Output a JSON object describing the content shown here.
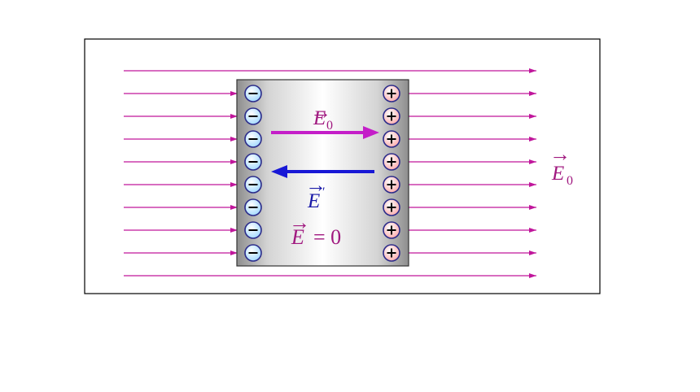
{
  "colors": {
    "field_line": "#c0169b",
    "inner_arrow_e0": "#c41ec8",
    "inner_arrow_eprime": "#1818d6",
    "label_magenta": "#a0187f",
    "label_blue": "#1a1aa8",
    "frame": "#000000",
    "negative_charge_fill": "#b9e3ff",
    "positive_charge_fill": "#ffc2c2",
    "charge_stroke": "#2b2b8a"
  },
  "labels": {
    "e0_inner": {
      "symbol": "E",
      "subscript": "0"
    },
    "e_prime": {
      "symbol": "E",
      "superscript": "′"
    },
    "e_zero": {
      "symbol": "E",
      "rest": "= 0"
    },
    "e0_outer": {
      "symbol": "E",
      "subscript": "0"
    }
  },
  "charges": {
    "negative_sign": "−",
    "positive_sign": "+",
    "negative_count": 8,
    "positive_count": 8
  },
  "field_lines": {
    "count": 10
  },
  "icons": [
    "negative-charge-icon",
    "positive-charge-icon",
    "arrow-right-icon",
    "arrow-left-icon"
  ]
}
